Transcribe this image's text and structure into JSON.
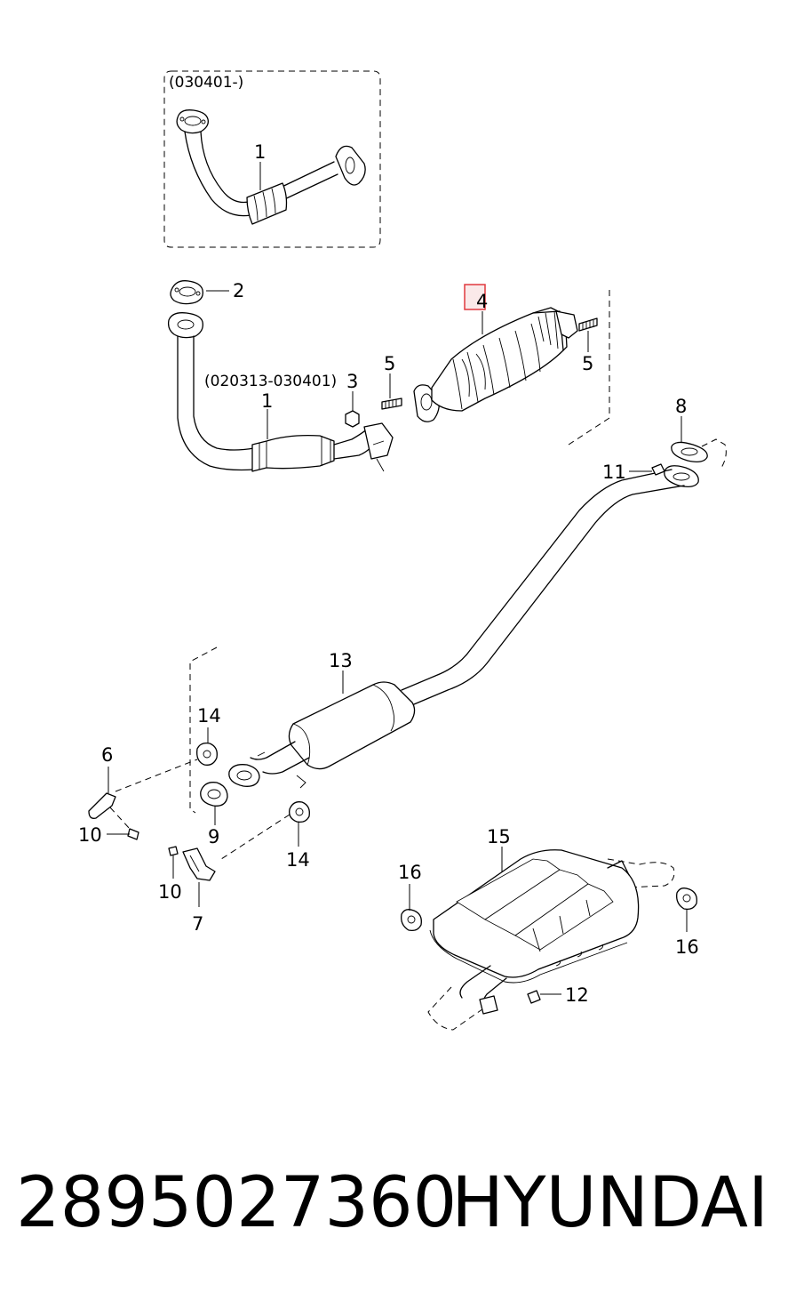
{
  "diagram": {
    "variant_labels": {
      "top": "(030401-)",
      "middle": "(020313-030401)"
    },
    "callouts": {
      "c1a": "1",
      "c1b": "1",
      "c2": "2",
      "c3": "3",
      "c4": "4",
      "c5a": "5",
      "c5b": "5",
      "c6": "6",
      "c7": "7",
      "c8": "8",
      "c9": "9",
      "c10a": "10",
      "c10b": "10",
      "c11": "11",
      "c12": "12",
      "c13": "13",
      "c14a": "14",
      "c14b": "14",
      "c15": "15",
      "c16a": "16",
      "c16b": "16"
    },
    "highlighted_callout": "4",
    "highlight_color": "#e0393e"
  },
  "caption": {
    "part_number": "2895027360",
    "brand": "HYUNDAI"
  }
}
